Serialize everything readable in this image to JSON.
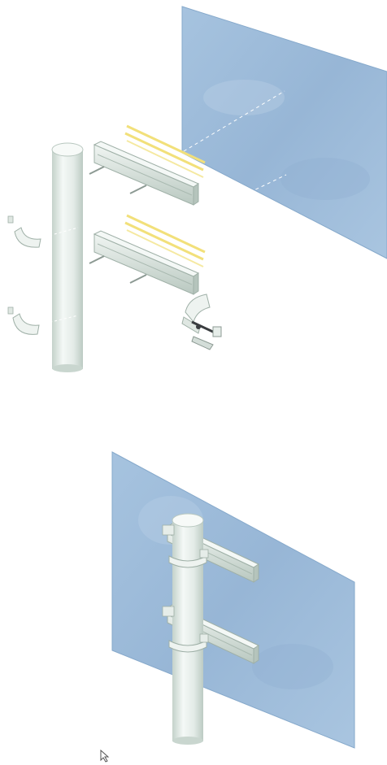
{
  "figure": {
    "panels": [
      {
        "id": "exploded-view",
        "content": "exploded-assembly"
      },
      {
        "id": "assembled-view",
        "content": "assembled-sign"
      }
    ],
    "colors": {
      "sign_face": "#9bbad9",
      "sign_face_light": "#b8d0e8",
      "sign_edge": "#7ea2c6",
      "pole": "#e8efeb",
      "pole_shade": "#c9d6cf",
      "rail": "#dfe8e3",
      "rail_shade": "#b9c8c0",
      "tape": "#f2e07a",
      "bolt": "#3a3d40",
      "guide_line": "#ffffff"
    },
    "icons": {
      "cursor": "mouse-pointer-icon"
    }
  }
}
